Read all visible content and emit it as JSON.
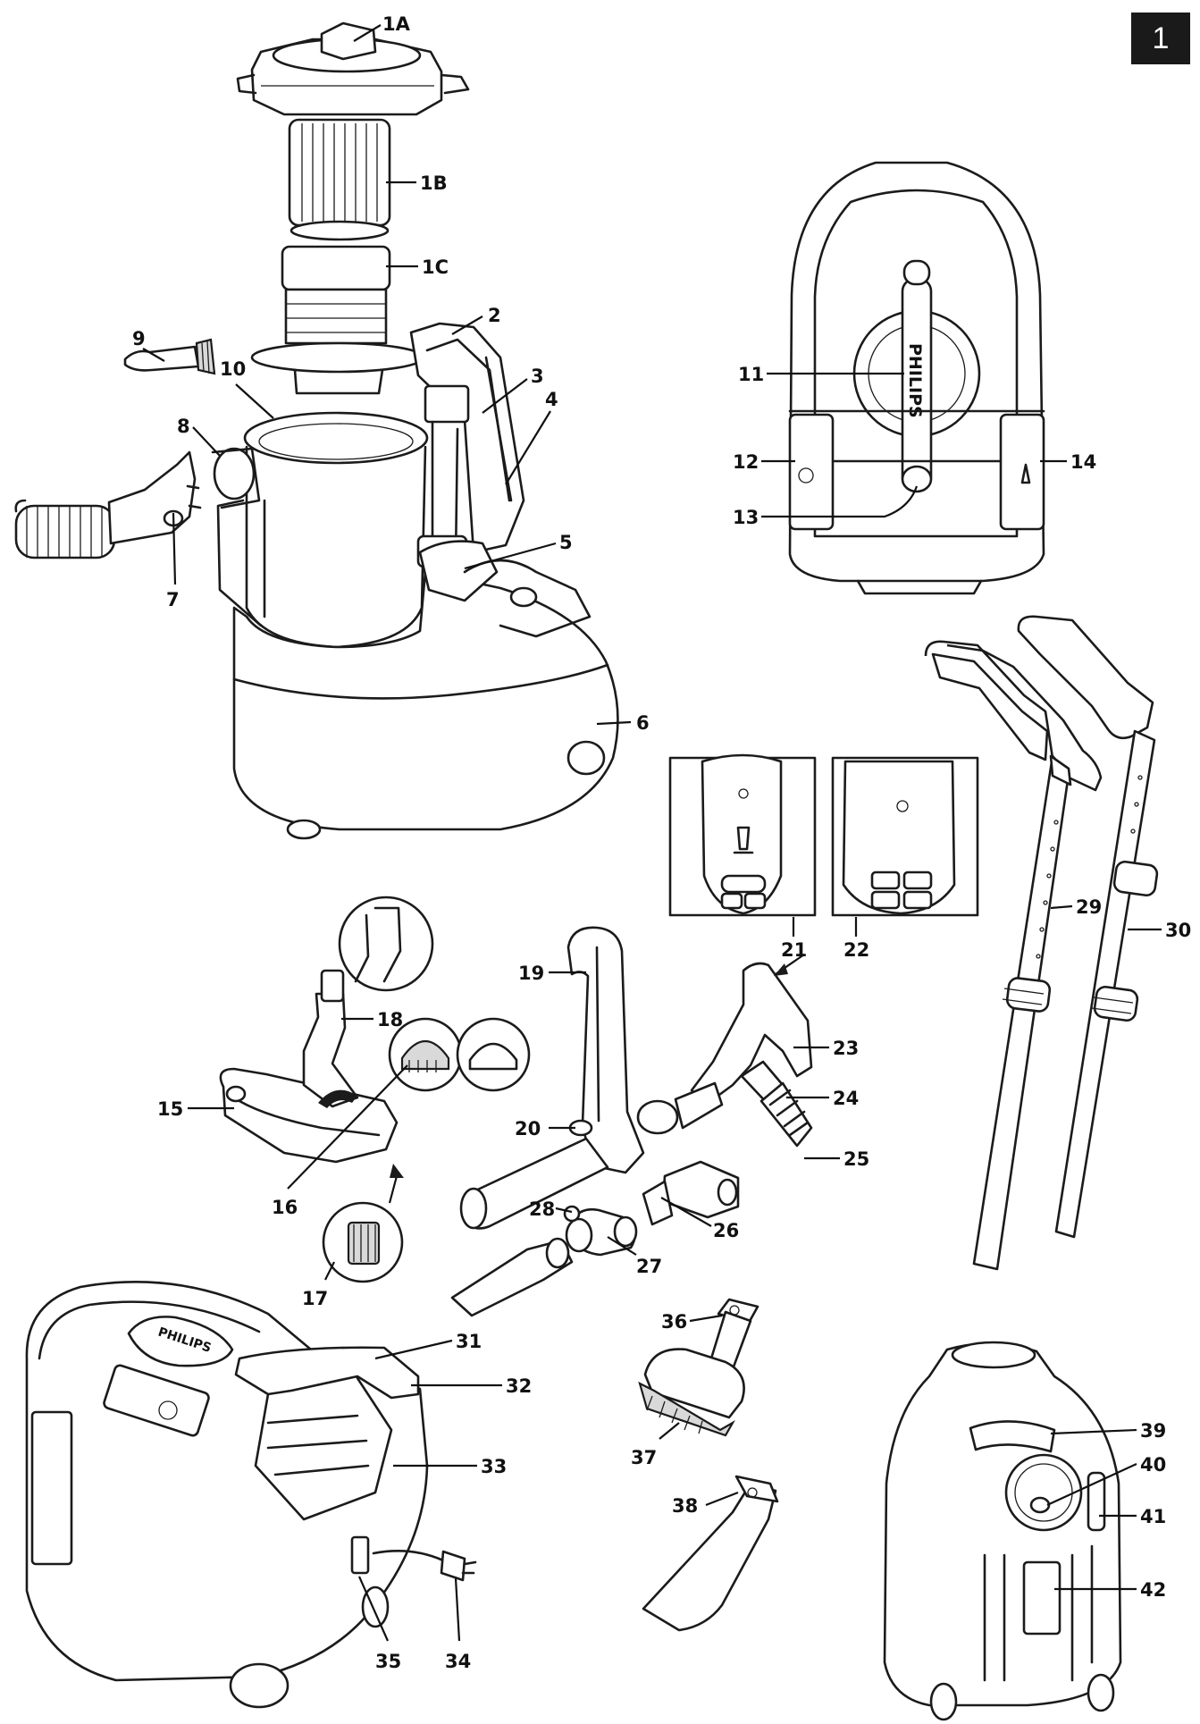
{
  "page_number": "1",
  "brand": "PHILIPS",
  "labels": {
    "l1A": "1A",
    "l1B": "1B",
    "l1C": "1C",
    "l2": "2",
    "l3": "3",
    "l4": "4",
    "l5": "5",
    "l6": "6",
    "l7": "7",
    "l8": "8",
    "l9": "9",
    "l10": "10",
    "l11": "11",
    "l12": "12",
    "l13": "13",
    "l14": "14",
    "l15": "15",
    "l16": "16",
    "l17": "17",
    "l18": "18",
    "l19": "19",
    "l20": "20",
    "l21": "21",
    "l22": "22",
    "l23": "23",
    "l24": "24",
    "l25": "25",
    "l26": "26",
    "l27": "27",
    "l28": "28",
    "l29": "29",
    "l30": "30",
    "l31": "31",
    "l32": "32",
    "l33": "33",
    "l34": "34",
    "l35": "35",
    "l36": "36",
    "l37": "37",
    "l38": "38",
    "l39": "39",
    "l40": "40",
    "l41": "41",
    "l42": "42"
  }
}
